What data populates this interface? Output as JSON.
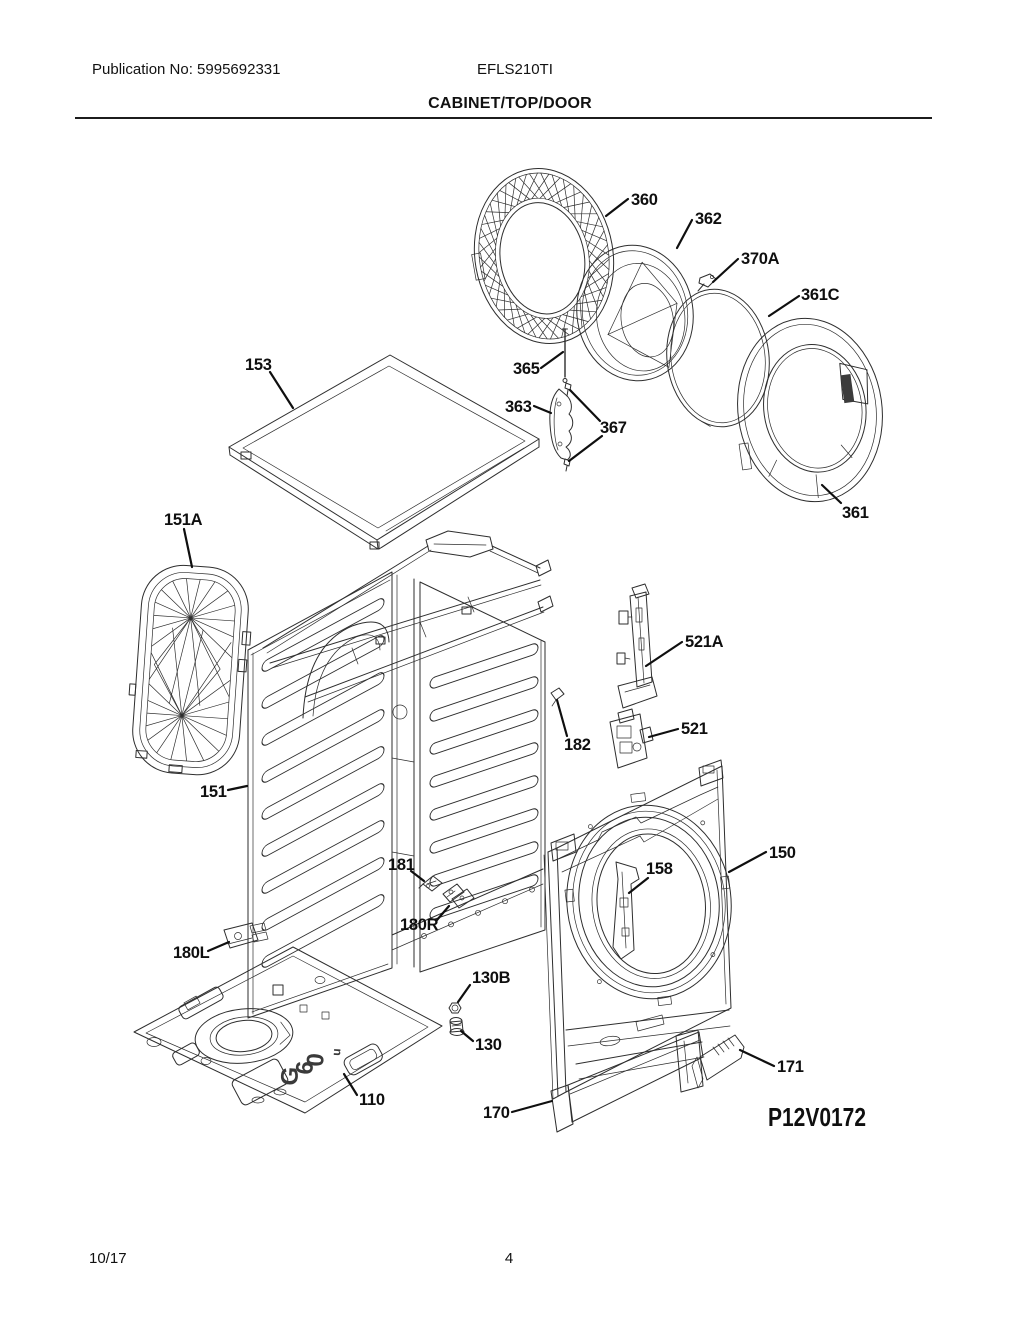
{
  "header": {
    "publication": "Publication No: 5995692331",
    "model": "EFLS210TI",
    "section_title": "CABINET/TOP/DOOR"
  },
  "footer": {
    "date": "10/17",
    "page": "4"
  },
  "diagram": {
    "id_code": "P12V0172",
    "base_marking": "G60",
    "base_marking_suffix": "u",
    "callouts": [
      {
        "label": "360"
      },
      {
        "label": "362"
      },
      {
        "label": "370A"
      },
      {
        "label": "361C"
      },
      {
        "label": "361"
      },
      {
        "label": "365"
      },
      {
        "label": "363"
      },
      {
        "label": "367"
      },
      {
        "label": "153"
      },
      {
        "label": "151A"
      },
      {
        "label": "151"
      },
      {
        "label": "521A"
      },
      {
        "label": "521"
      },
      {
        "label": "182"
      },
      {
        "label": "150"
      },
      {
        "label": "158"
      },
      {
        "label": "181"
      },
      {
        "label": "180R"
      },
      {
        "label": "180L"
      },
      {
        "label": "130B"
      },
      {
        "label": "130"
      },
      {
        "label": "110"
      },
      {
        "label": "171"
      },
      {
        "label": "170"
      }
    ]
  }
}
